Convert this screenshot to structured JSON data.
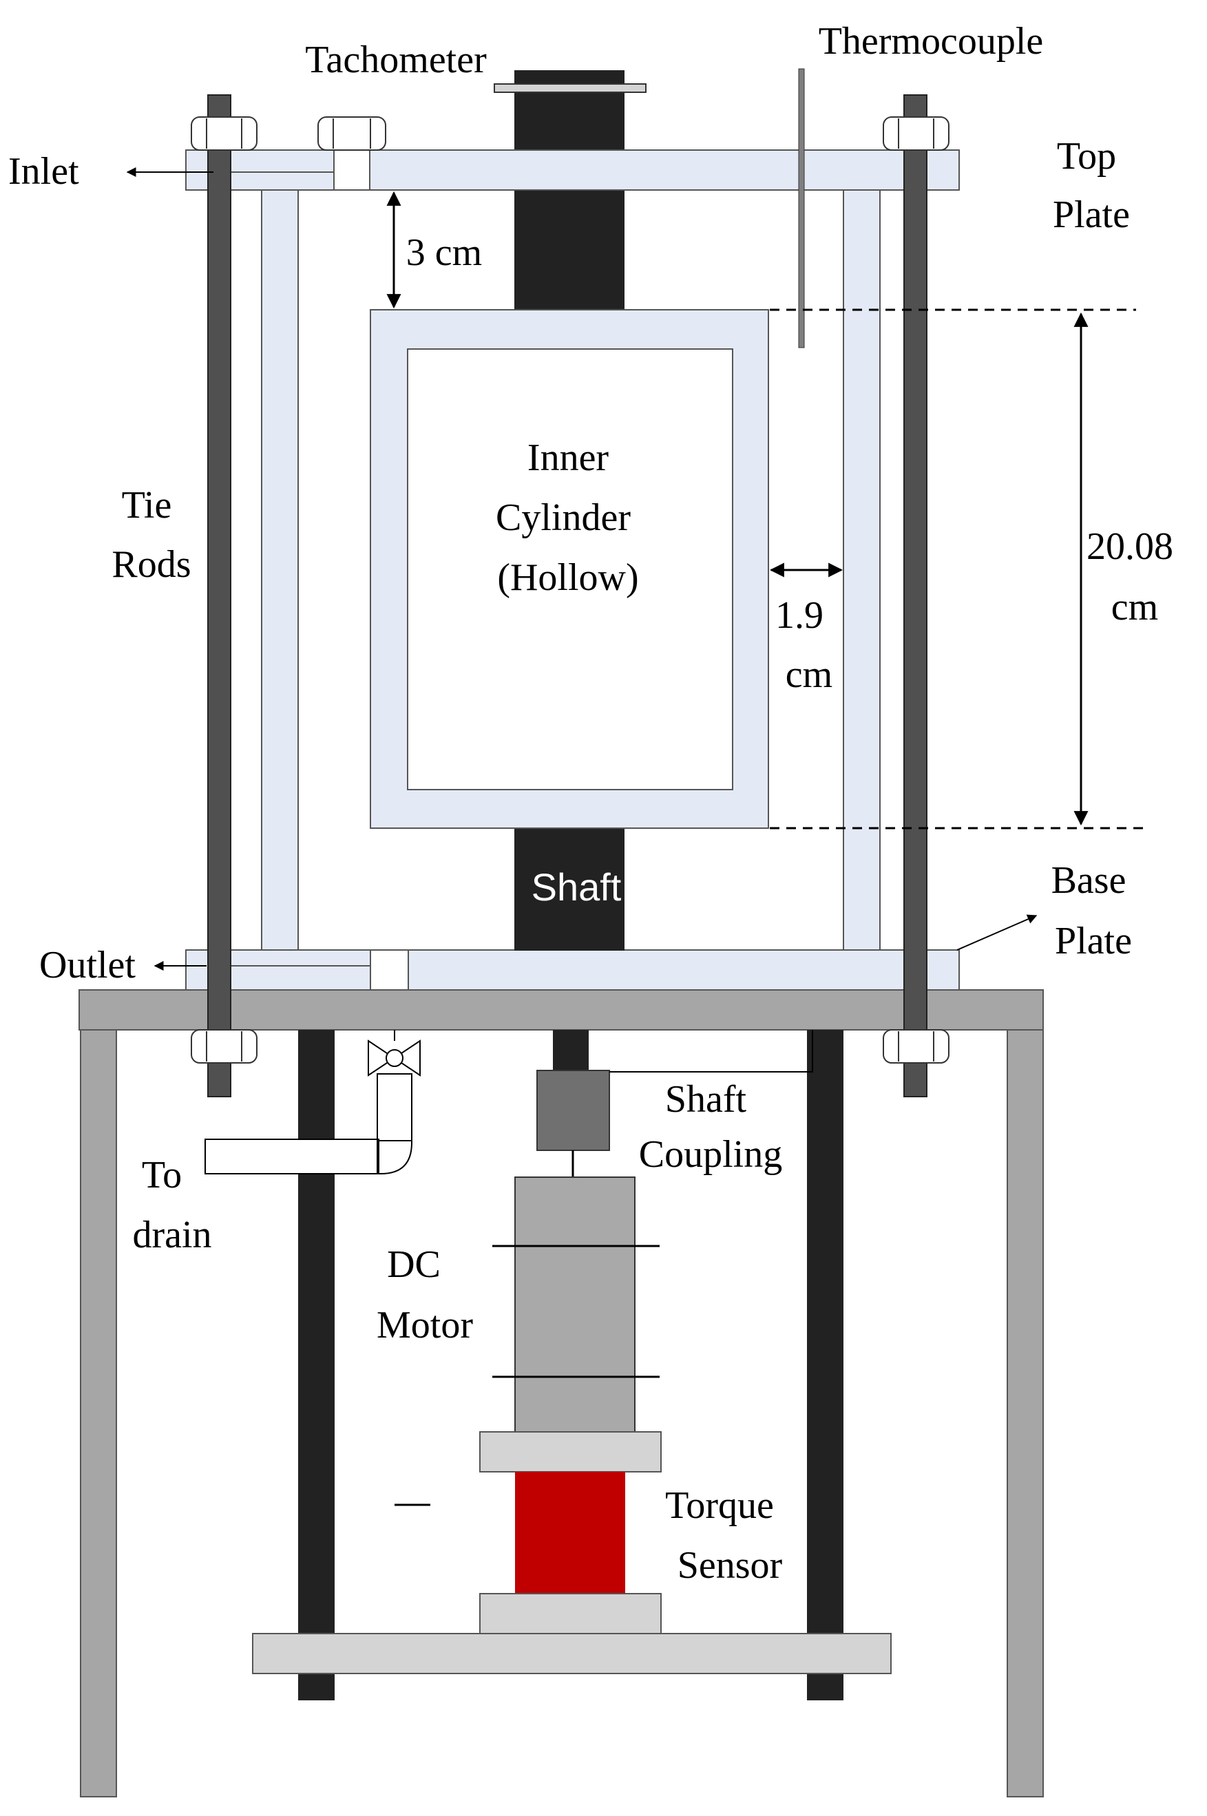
{
  "labels": {
    "tachometer": "Tachometer",
    "thermocouple": "Thermocouple",
    "inlet": "Inlet",
    "top_plate": [
      "Top",
      "Plate"
    ],
    "tie_rods": [
      "Tie",
      "Rods"
    ],
    "inner_cylinder": [
      "Inner",
      "Cylinder",
      "(Hollow)"
    ],
    "gap_top": "3 cm",
    "gap_side": [
      "1.9",
      "cm"
    ],
    "height": [
      "20.08",
      "cm"
    ],
    "shaft": "Shaft",
    "outlet": "Outlet",
    "base_plate": [
      "Base",
      "Plate"
    ],
    "shaft_coupling": [
      "Shaft",
      "Coupling"
    ],
    "to_drain": [
      "To",
      "drain"
    ],
    "dc_motor": [
      "DC",
      "Motor"
    ],
    "torque_sensor": [
      "Torque",
      "Sensor"
    ]
  },
  "colors": {
    "acrylic": "#e4eaf5",
    "shaft": "#222222",
    "tie_rod": "#505050",
    "frame": "#a6a6a6",
    "motor": "#a9a9a9",
    "coupling": "#707070",
    "torque_sensor": "#c00000",
    "mount": "#d4d4d4"
  }
}
